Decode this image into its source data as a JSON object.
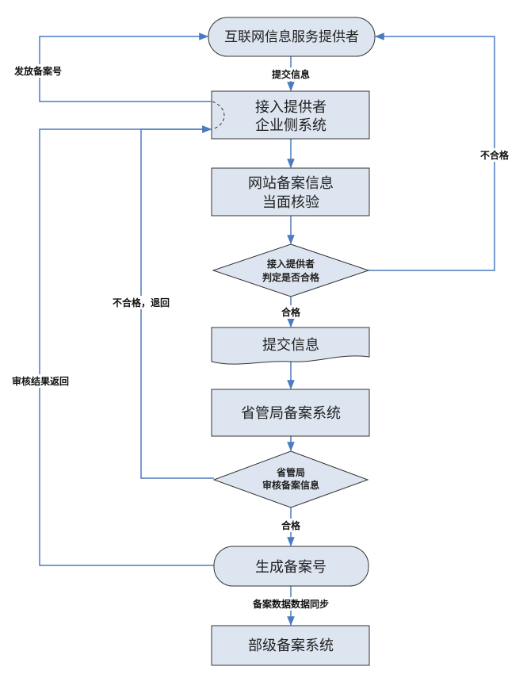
{
  "nodes": {
    "provider": "互联网信息服务提供者",
    "access_line1": "接入提供者",
    "access_line2": "企业侧系统",
    "verify_line1": "网站备案信息",
    "verify_line2": "当面核验",
    "judge_line1": "接入提供者",
    "judge_line2": "判定是否合格",
    "submit": "提交信息",
    "province_system": "省管局备案系统",
    "review_line1": "省管局",
    "review_line2": "审核备案信息",
    "generate": "生成备案号",
    "ministry_system": "部级备案系统"
  },
  "edges": {
    "submit_info": "提交信息",
    "issue_number": "发放备案号",
    "fail_right": "不合格",
    "pass_1": "合格",
    "fail_back": "不合格，退回",
    "result_return": "审核结果返回",
    "pass_2": "合格",
    "sync": "备案数据数据同步"
  },
  "colors": {
    "node_fill": "#dde6f0",
    "node_stroke": "#333333",
    "edge": "#4a7bc0"
  }
}
